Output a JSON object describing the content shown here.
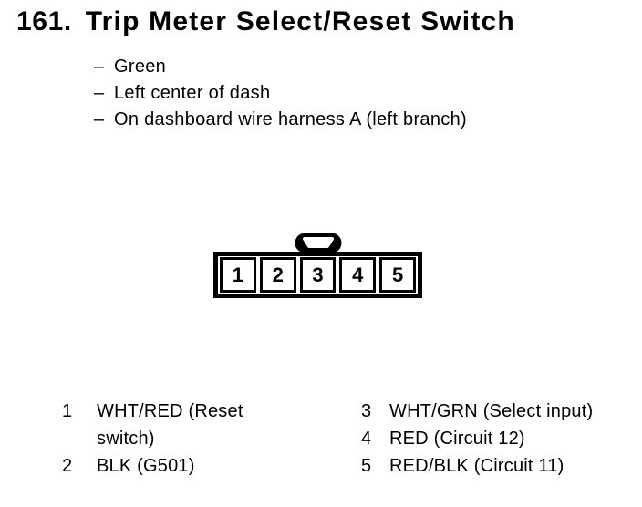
{
  "header": {
    "number": "161.",
    "title": "Trip Meter Select/Reset Switch"
  },
  "details": {
    "marker": "–",
    "items": [
      "Green",
      "Left center of dash",
      "On dashboard wire harness A (left branch)"
    ]
  },
  "connector": {
    "pins": [
      "1",
      "2",
      "3",
      "4",
      "5"
    ]
  },
  "legend": {
    "left": [
      {
        "pin": "1",
        "label": "WHT/RED (Reset switch)"
      },
      {
        "pin": "2",
        "label": "BLK (G501)"
      }
    ],
    "right": [
      {
        "pin": "3",
        "label": "WHT/GRN (Select input)"
      },
      {
        "pin": "4",
        "label": "RED (Circuit 12)"
      },
      {
        "pin": "5",
        "label": "RED/BLK (Circuit 11)"
      }
    ]
  },
  "colors": {
    "ink": "#000000",
    "paper": "#ffffff"
  }
}
